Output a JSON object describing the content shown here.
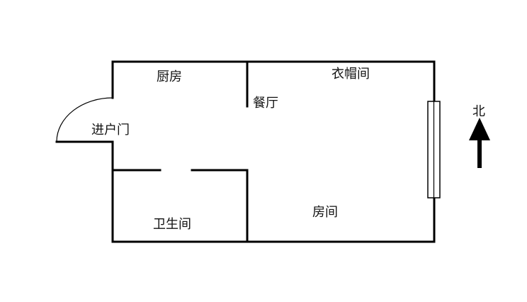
{
  "rooms": {
    "kitchen": "厨房",
    "cloakroom": "衣帽间",
    "dining": "餐厅",
    "entrance": "进户门",
    "bathroom": "卫生间",
    "bedroom": "房间"
  },
  "compass": {
    "north_label": "北",
    "icon": "north-arrow-icon"
  },
  "colors": {
    "wall": "#000000",
    "background": "#ffffff"
  }
}
